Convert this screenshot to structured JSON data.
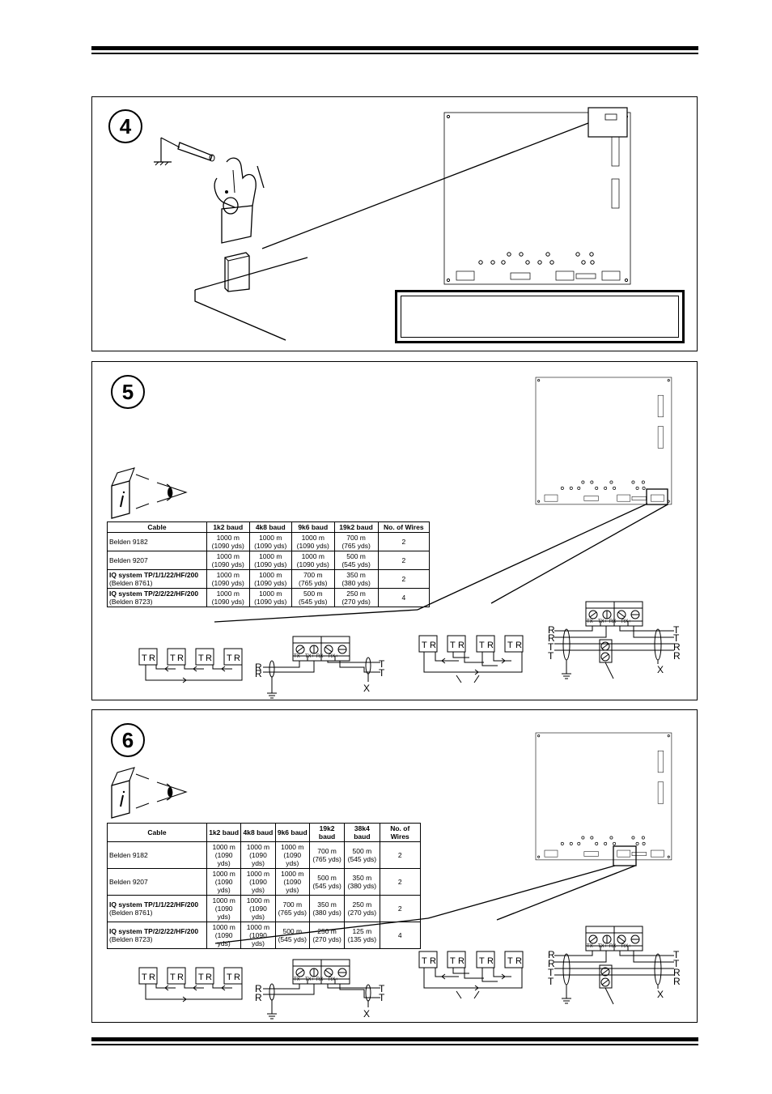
{
  "steps": [
    {
      "number": "4"
    },
    {
      "number": "5"
    },
    {
      "number": "6"
    }
  ],
  "table5": {
    "headers": [
      "Cable",
      "1k2 baud",
      "4k8 baud",
      "9k6 baud",
      "19k2 baud",
      "No. of Wires"
    ],
    "rows": [
      {
        "cable": "Belden 9182",
        "cable_sub": "",
        "bold": false,
        "cells": [
          [
            "1000 m",
            "(1090 yds)"
          ],
          [
            "1000 m",
            "(1090 yds)"
          ],
          [
            "1000 m",
            "(1090 yds)"
          ],
          [
            "700 m",
            "(765 yds)"
          ]
        ],
        "wires": "2"
      },
      {
        "cable": "Belden 9207",
        "cable_sub": "",
        "bold": false,
        "cells": [
          [
            "1000 m",
            "(1090 yds)"
          ],
          [
            "1000 m",
            "(1090 yds)"
          ],
          [
            "1000 m",
            "(1090 yds)"
          ],
          [
            "500 m",
            "(545 yds)"
          ]
        ],
        "wires": "2"
      },
      {
        "cable": "IQ system TP/1/1/22/HF/200",
        "cable_sub": "(Belden 8761)",
        "bold": true,
        "cells": [
          [
            "1000 m",
            "(1090 yds)"
          ],
          [
            "1000 m",
            "(1090 yds)"
          ],
          [
            "700 m",
            "(765 yds)"
          ],
          [
            "350 m",
            "(380 yds)"
          ]
        ],
        "wires": "2"
      },
      {
        "cable": "IQ system TP/2/2/22/HF/200",
        "cable_sub": "(Belden 8723)",
        "bold": true,
        "cells": [
          [
            "1000 m",
            "(1090 yds)"
          ],
          [
            "1000 m",
            "(1090 yds)"
          ],
          [
            "500 m",
            "(545 yds)"
          ],
          [
            "250 m",
            "(270 yds)"
          ]
        ],
        "wires": "4"
      }
    ]
  },
  "table6": {
    "headers": [
      "Cable",
      "1k2 baud",
      "4k8 baud",
      "9k6 baud",
      "19k2 baud",
      "38k4 baud",
      "No. of Wires"
    ],
    "rows": [
      {
        "cable": "Belden 9182",
        "cable_sub": "",
        "bold": false,
        "cells": [
          [
            "1000 m",
            "(1090 yds)"
          ],
          [
            "1000 m",
            "(1090 yds)"
          ],
          [
            "1000 m",
            "(1090 yds)"
          ],
          [
            "700 m",
            "(765 yds)"
          ],
          [
            "500 m",
            "(545 yds)"
          ]
        ],
        "wires": "2"
      },
      {
        "cable": "Belden 9207",
        "cable_sub": "",
        "bold": false,
        "cells": [
          [
            "1000 m",
            "(1090 yds)"
          ],
          [
            "1000 m",
            "(1090 yds)"
          ],
          [
            "1000 m",
            "(1090 yds)"
          ],
          [
            "500 m",
            "(545 yds)"
          ],
          [
            "350 m",
            "(380 yds)"
          ]
        ],
        "wires": "2"
      },
      {
        "cable": "IQ system TP/1/1/22/HF/200",
        "cable_sub": "(Belden 8761)",
        "bold": true,
        "cells": [
          [
            "1000 m",
            "(1090 yds)"
          ],
          [
            "1000 m",
            "(1090 yds)"
          ],
          [
            "700 m",
            "(765 yds)"
          ],
          [
            "350 m",
            "(380 yds)"
          ],
          [
            "250 m",
            "(270 yds)"
          ]
        ],
        "wires": "2"
      },
      {
        "cable": "IQ system TP/2/2/22/HF/200",
        "cable_sub": "(Belden 8723)",
        "bold": true,
        "cells": [
          [
            "1000 m",
            "(1090 yds)"
          ],
          [
            "1000 m",
            "(1090 yds)"
          ],
          [
            "500 m",
            "(545 yds)"
          ],
          [
            "250 m",
            "(270 yds)"
          ],
          [
            "125 m",
            "(135 yds)"
          ]
        ],
        "wires": "4"
      }
    ]
  },
  "labels": {
    "t": "T",
    "r": "R",
    "x": "X",
    "tx_minus": "TX-",
    "tx_plus": "TX+",
    "rx_minus": "RX-",
    "rx_plus": "RX+"
  },
  "icons": {
    "manual": "info-manual-icon",
    "eye": "eye-icon",
    "soldering": "soldering-iron-icon",
    "earth": "earth-ground-icon"
  }
}
